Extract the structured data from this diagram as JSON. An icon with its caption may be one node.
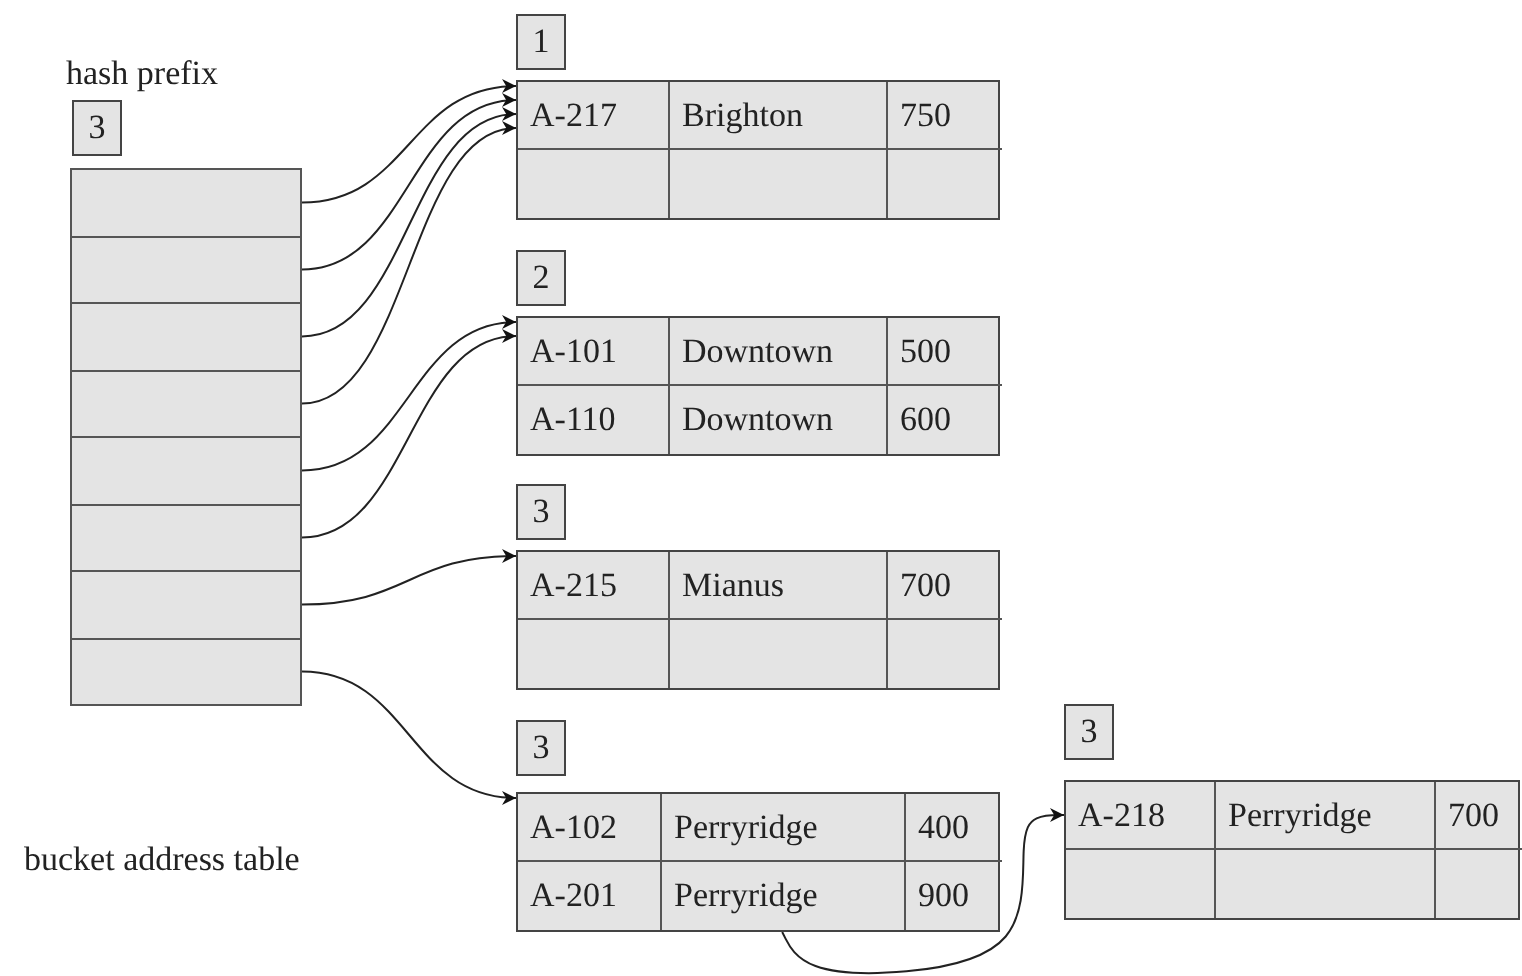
{
  "diagram": {
    "nodes": [
      {
        "text": [
          "3"
        ]
      },
      {
        "text": [],
        "shape": "box"
      },
      {
        "text": [],
        "shape": "box"
      },
      {
        "text": [],
        "shape": "box"
      },
      {
        "text": [],
        "shape": "box"
      },
      {
        "text": [],
        "shape": "box"
      },
      {
        "text": [],
        "shape": "box"
      },
      {
        "text": [],
        "shape": "box"
      },
      {
        "text": [],
        "shape": "box"
      },
      {
        "text": [
          "1"
        ]
      },
      {
        "text": [
          "A-217",
          "Brighton",
          "750"
        ]
      },
      {
        "text": [
          "2"
        ]
      },
      {
        "text": [
          "A-101",
          "Downtown",
          "500",
          "A-110",
          "Downtown",
          "600"
        ]
      },
      {
        "text": [
          "3"
        ]
      },
      {
        "text": [
          "A-215",
          "Mianus",
          "700"
        ]
      },
      {
        "text": [
          "3"
        ]
      },
      {
        "text": [
          "A-102",
          "Perryridge",
          "400",
          "A-201",
          "Perryridge",
          "900"
        ]
      },
      {
        "text": [
          "3"
        ]
      },
      {
        "text": [
          "A-218",
          "Perryridge",
          "700"
        ]
      }
    ],
    "edges": [
      {
        "from": 1,
        "to": 10,
        "arrow": "to"
      },
      {
        "from": 2,
        "to": 10,
        "arrow": "to"
      },
      {
        "from": 3,
        "to": 10,
        "arrow": "to"
      },
      {
        "from": 4,
        "to": 10,
        "arrow": "to"
      },
      {
        "from": 5,
        "to": 12,
        "arrow": "to"
      },
      {
        "from": 6,
        "to": 12,
        "arrow": "to"
      },
      {
        "from": 7,
        "to": 14,
        "arrow": "to"
      },
      {
        "from": 8,
        "to": 16,
        "arrow": "to"
      },
      {
        "from": 16,
        "to": 18,
        "arrow": "to"
      }
    ],
    "labels": [
      "hash prefix",
      "bucket address table"
    ]
  }
}
